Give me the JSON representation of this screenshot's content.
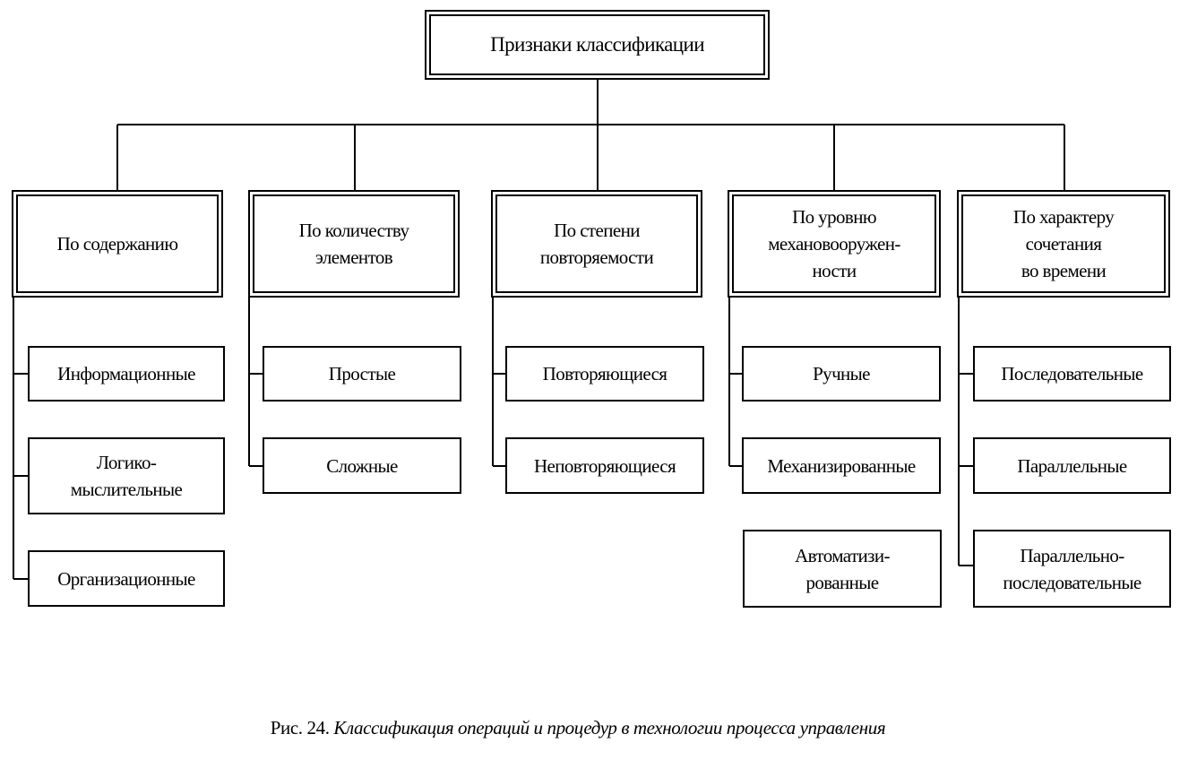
{
  "root": {
    "label": "Признаки классификации"
  },
  "categories": [
    {
      "label": "По содержанию",
      "items": [
        "Информационные",
        "Логико-\nмыслительные",
        "Организационные"
      ]
    },
    {
      "label": "По количеству\nэлементов",
      "items": [
        "Простые",
        "Сложные"
      ]
    },
    {
      "label": "По степени\nповторяемости",
      "items": [
        "Повторяющиеся",
        "Неповторяющиеся"
      ]
    },
    {
      "label": "По уровню\nмехановооружен-\nности",
      "items": [
        "Ручные",
        "Механизированные",
        "Автоматизи-\nрованные"
      ]
    },
    {
      "label": "По характеру\nсочетания\nво времени",
      "items": [
        "Последовательные",
        "Параллельные",
        "Параллельно-\nпоследовательные"
      ]
    }
  ],
  "caption": {
    "prefix": "Рис. 24.",
    "text": "Классификация операций и процедур в технологии процесса управления"
  }
}
